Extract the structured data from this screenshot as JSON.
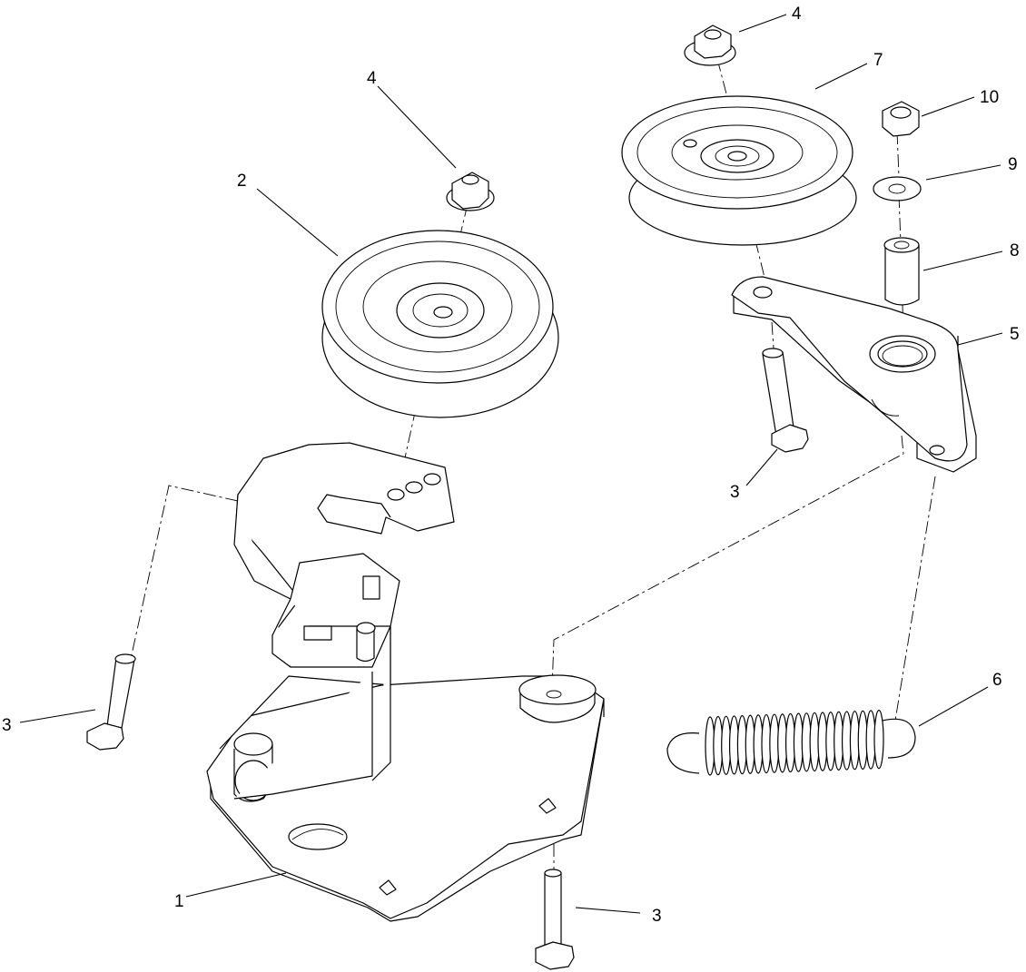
{
  "callouts": [
    {
      "id": "c1",
      "text": "1"
    },
    {
      "id": "c2",
      "text": "2"
    },
    {
      "id": "c3a",
      "text": "3"
    },
    {
      "id": "c3b",
      "text": "3"
    },
    {
      "id": "c3c",
      "text": "3"
    },
    {
      "id": "c4a",
      "text": "4"
    },
    {
      "id": "c4b",
      "text": "4"
    },
    {
      "id": "c5",
      "text": "5"
    },
    {
      "id": "c6",
      "text": "6"
    },
    {
      "id": "c7",
      "text": "7"
    },
    {
      "id": "c8",
      "text": "8"
    },
    {
      "id": "c9",
      "text": "9"
    },
    {
      "id": "c10",
      "text": "10"
    }
  ]
}
